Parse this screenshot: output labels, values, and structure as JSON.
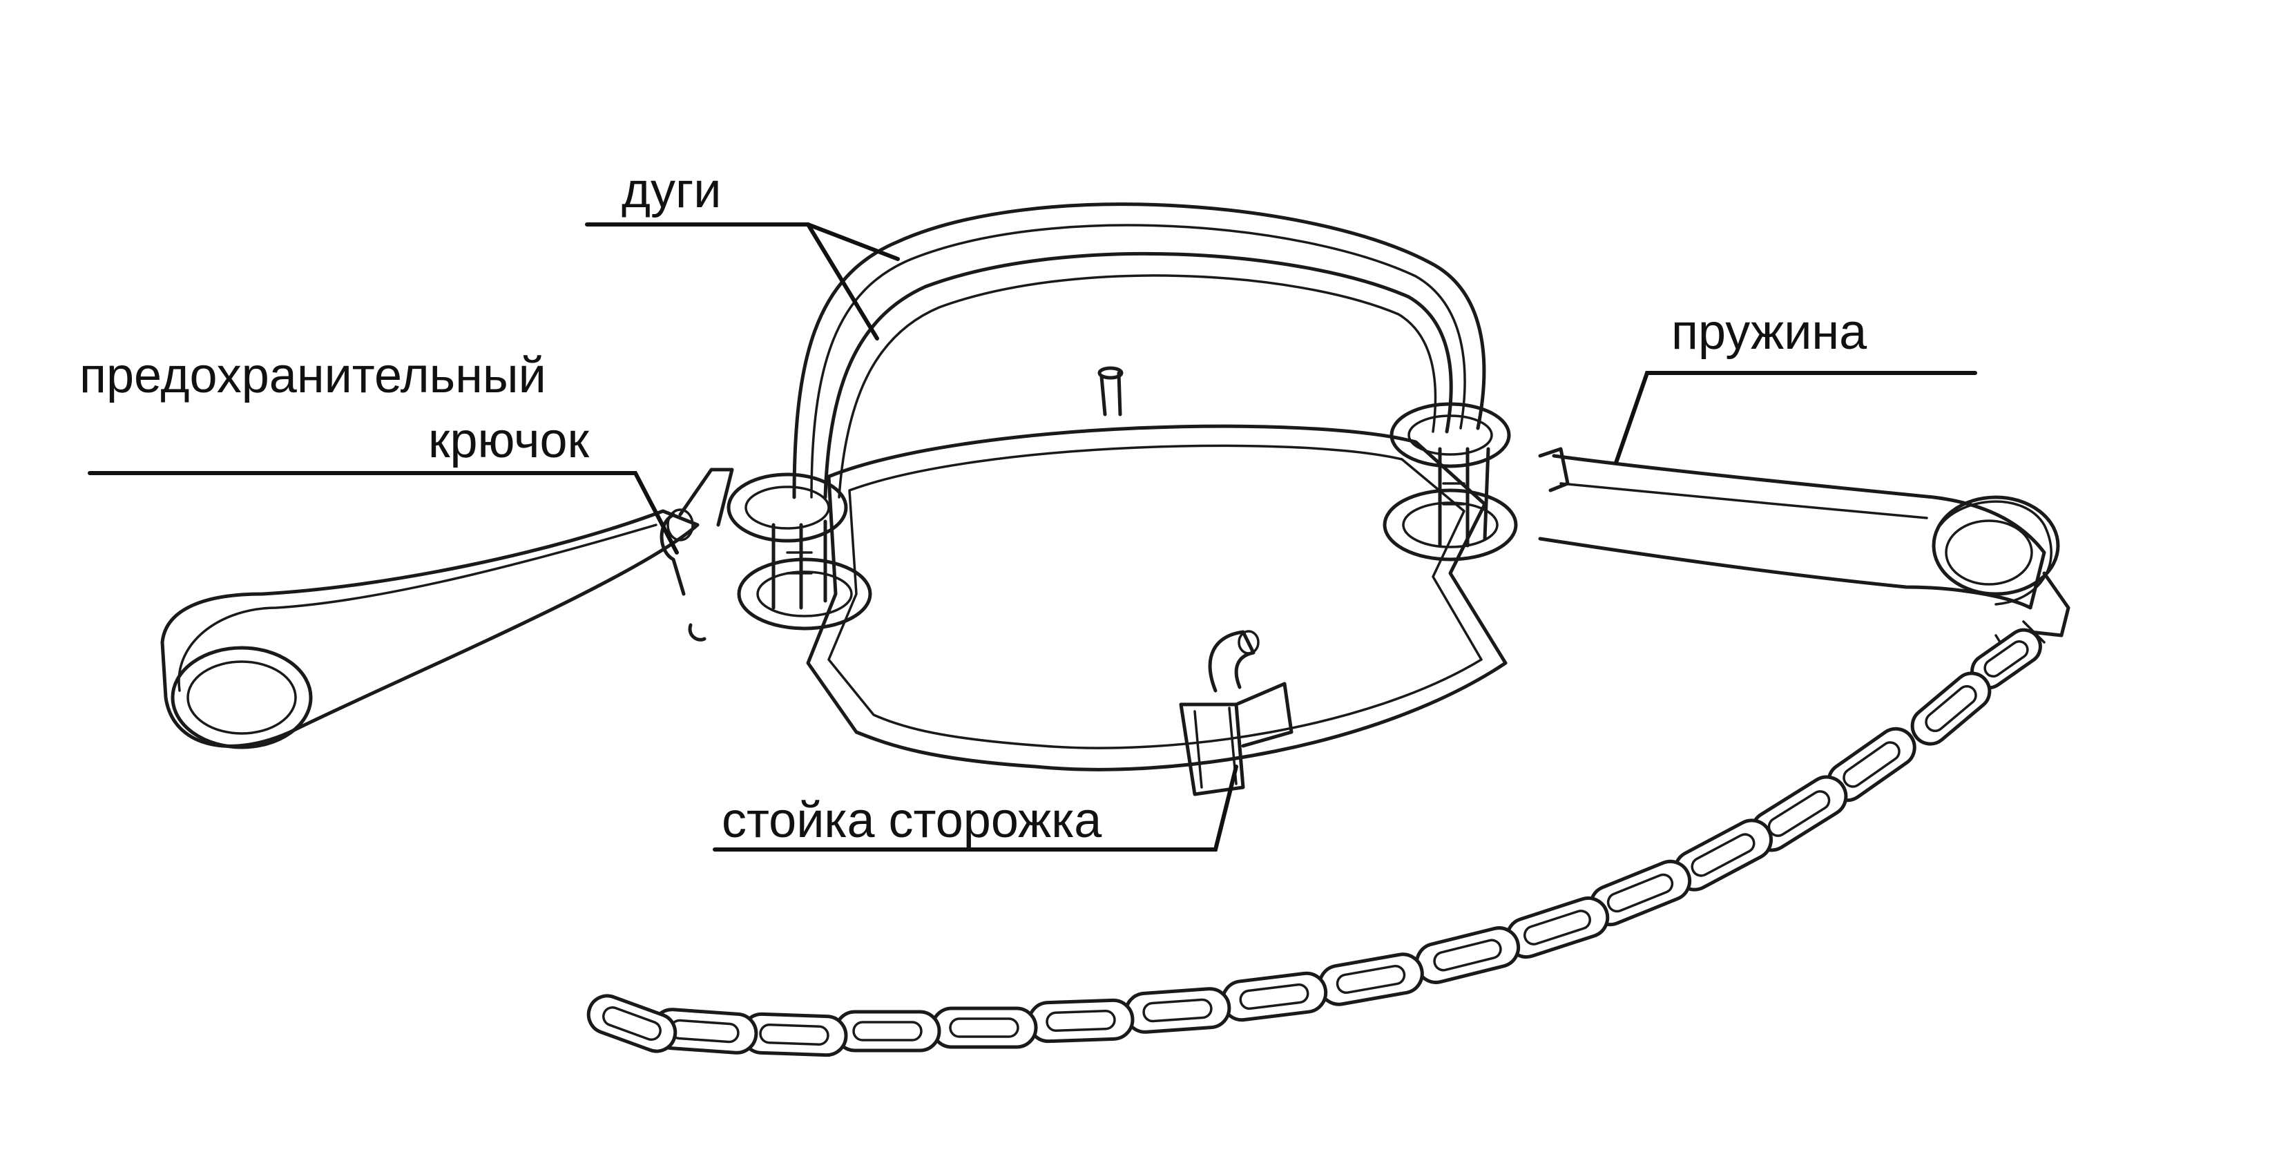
{
  "labels": {
    "arcs": "дуги",
    "safety_hook_line1": "предохранительный",
    "safety_hook_line2": "крючок",
    "spring": "пружина",
    "trigger_post": "стойка сторожка"
  },
  "colors": {
    "ink": "#1a1a1a",
    "background": "#ffffff"
  }
}
